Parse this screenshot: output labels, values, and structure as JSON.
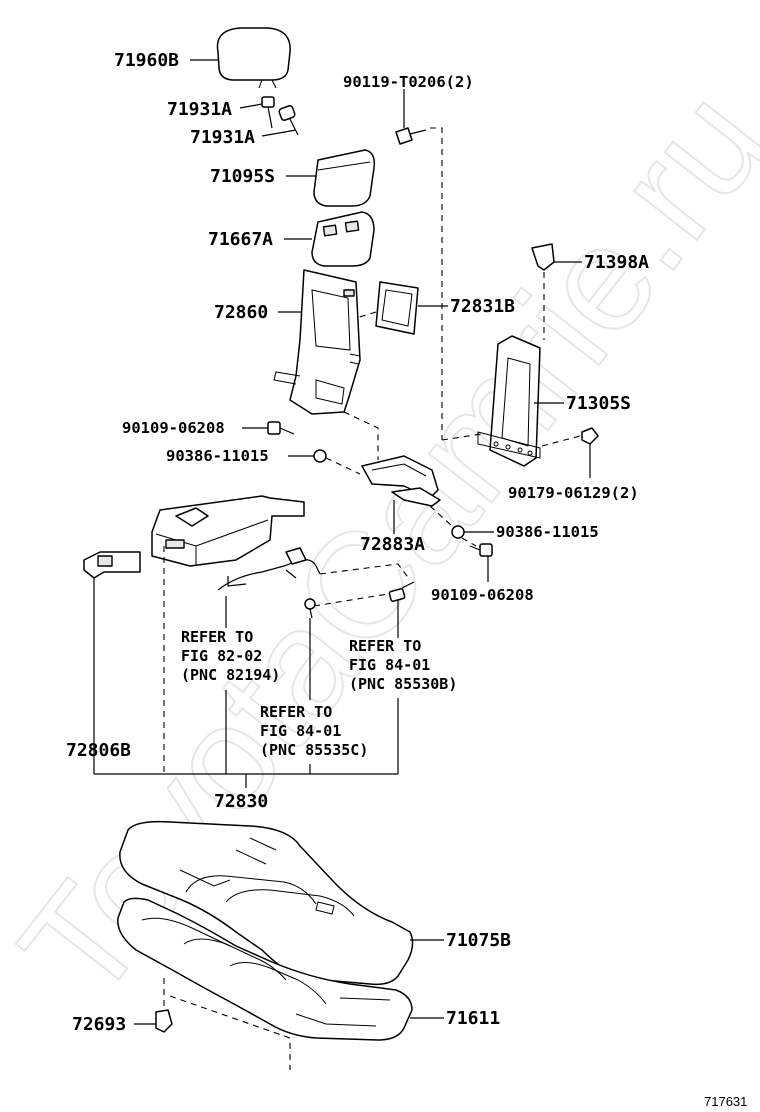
{
  "watermark": "ToyotaCamrie.ru",
  "figure_number": "717631",
  "labels": {
    "l71960b": "71960B",
    "l71931a_1": "71931A",
    "l71931a_2": "71931A",
    "l71095s": "71095S",
    "l71667a": "71667A",
    "l72860": "72860",
    "l90119": "90119-T0206(2)",
    "l72831b": "72831B",
    "l71398a": "71398A",
    "l71305s": "71305S",
    "l90109_a": "90109-06208",
    "l90386_a": "90386-11015",
    "l90179": "90179-06129(2)",
    "l72883a": "72883A",
    "l90386_b": "90386-11015",
    "l90109_b": "90109-06208",
    "l72806b": "72806B",
    "l72830": "72830",
    "l71075b": "71075B",
    "l72693": "72693",
    "l71611": "71611"
  },
  "references": {
    "ref1": [
      "REFER TO",
      "FIG 82-02",
      "(PNC 82194)"
    ],
    "ref2": [
      "REFER TO",
      "FIG 84-01",
      "(PNC 85530B)"
    ],
    "ref3": [
      "REFER TO",
      "FIG 84-01",
      "(PNC 85535C)"
    ]
  },
  "icons": [
    "headrest",
    "headrest-support",
    "armrest-cover",
    "armrest-pad",
    "armrest-frame",
    "cup-holder",
    "clip",
    "seatback-frame",
    "hinge-bracket",
    "bolt",
    "nut",
    "armrest-lid",
    "wire-harness",
    "seatback-cover",
    "seat-cushion",
    "cushion-clip"
  ]
}
